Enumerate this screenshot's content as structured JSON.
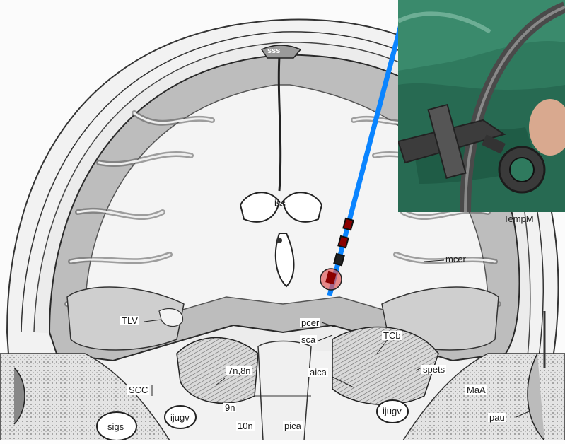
{
  "labels": {
    "sss": "sss",
    "iss": "iss",
    "tempm": "TempM",
    "mcer": "mcer",
    "tlv": "TLV",
    "pcer": "pcer",
    "sca": "sca",
    "tcb": "TCb",
    "n7n8": "7n,8n",
    "aica": "aica",
    "spets": "spets",
    "scc": "SCC",
    "maa": "MaA",
    "n9": "9n",
    "n10": "10n",
    "sigs": "sigs",
    "ijugv_left": "ijugv",
    "ijugv_right": "ijugv",
    "pica": "pica",
    "pau": "pau"
  },
  "colors": {
    "trajectory": "#0a84ff",
    "electrode_contact": "#8b0000",
    "target_highlight": "#e05a5a",
    "drape_green": "#2f7a5e"
  }
}
